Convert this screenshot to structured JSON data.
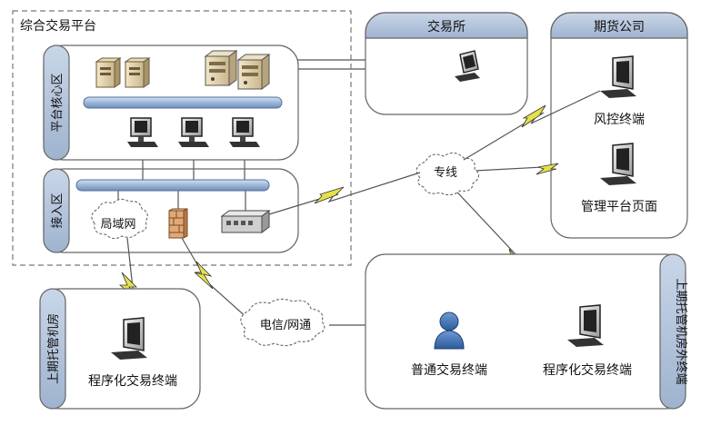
{
  "platform": {
    "title": "综合交易平台"
  },
  "core_zone": {
    "label": "平台核心区"
  },
  "access_zone": {
    "label": "接入区",
    "lan_label": "局域网"
  },
  "exchange": {
    "title": "交易所"
  },
  "futures_company": {
    "title": "期货公司",
    "risk_terminal": "风控终端",
    "mgmt_page": "管理平台页面"
  },
  "dedicated_line": {
    "label": "专线"
  },
  "telecom": {
    "label": "电信/网通"
  },
  "shfe_hosted_room": {
    "title": "上期托管机房",
    "terminal": "程序化交易终端"
  },
  "shfe_external": {
    "title": "上期托管机房外终端",
    "normal_terminal": "普通交易终端",
    "program_terminal": "程序化交易终端"
  },
  "colors": {
    "header_fill": "#aebfd6",
    "bus_fill": "#a7bedc",
    "lightning": "#e6e14a",
    "line": "#444444",
    "user_blue": "#3f72b8"
  }
}
